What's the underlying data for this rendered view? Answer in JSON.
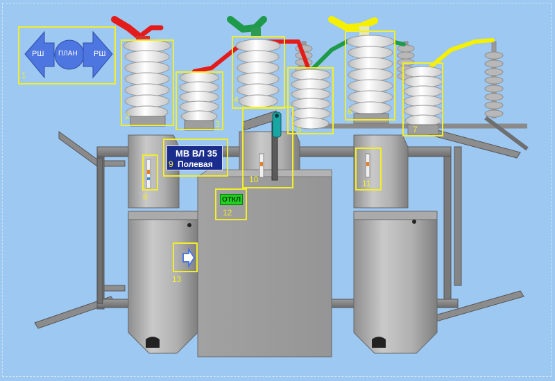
{
  "nav": {
    "left_label": "РШ",
    "center_label": "ПЛАН",
    "right_label": "РШ"
  },
  "device": {
    "name_line1": "МВ ВЛ 35",
    "name_line2": "Полевая"
  },
  "status": {
    "text": "ОТКЛ",
    "color": "#1fd21f"
  },
  "markers": {
    "m1": "1",
    "m2": "2",
    "m3": "3",
    "m4": "4",
    "m5": "5",
    "m6": "6",
    "m7": "7",
    "m8": "8",
    "m9": "9",
    "m10": "10",
    "m11": "11",
    "m12": "12",
    "m13": "13"
  },
  "colors": {
    "phase_a": "#f5f000",
    "phase_b": "#1e9a4a",
    "phase_c": "#e41b1b",
    "highlight": "#f3ee2a",
    "background": "#9cc8f2"
  }
}
